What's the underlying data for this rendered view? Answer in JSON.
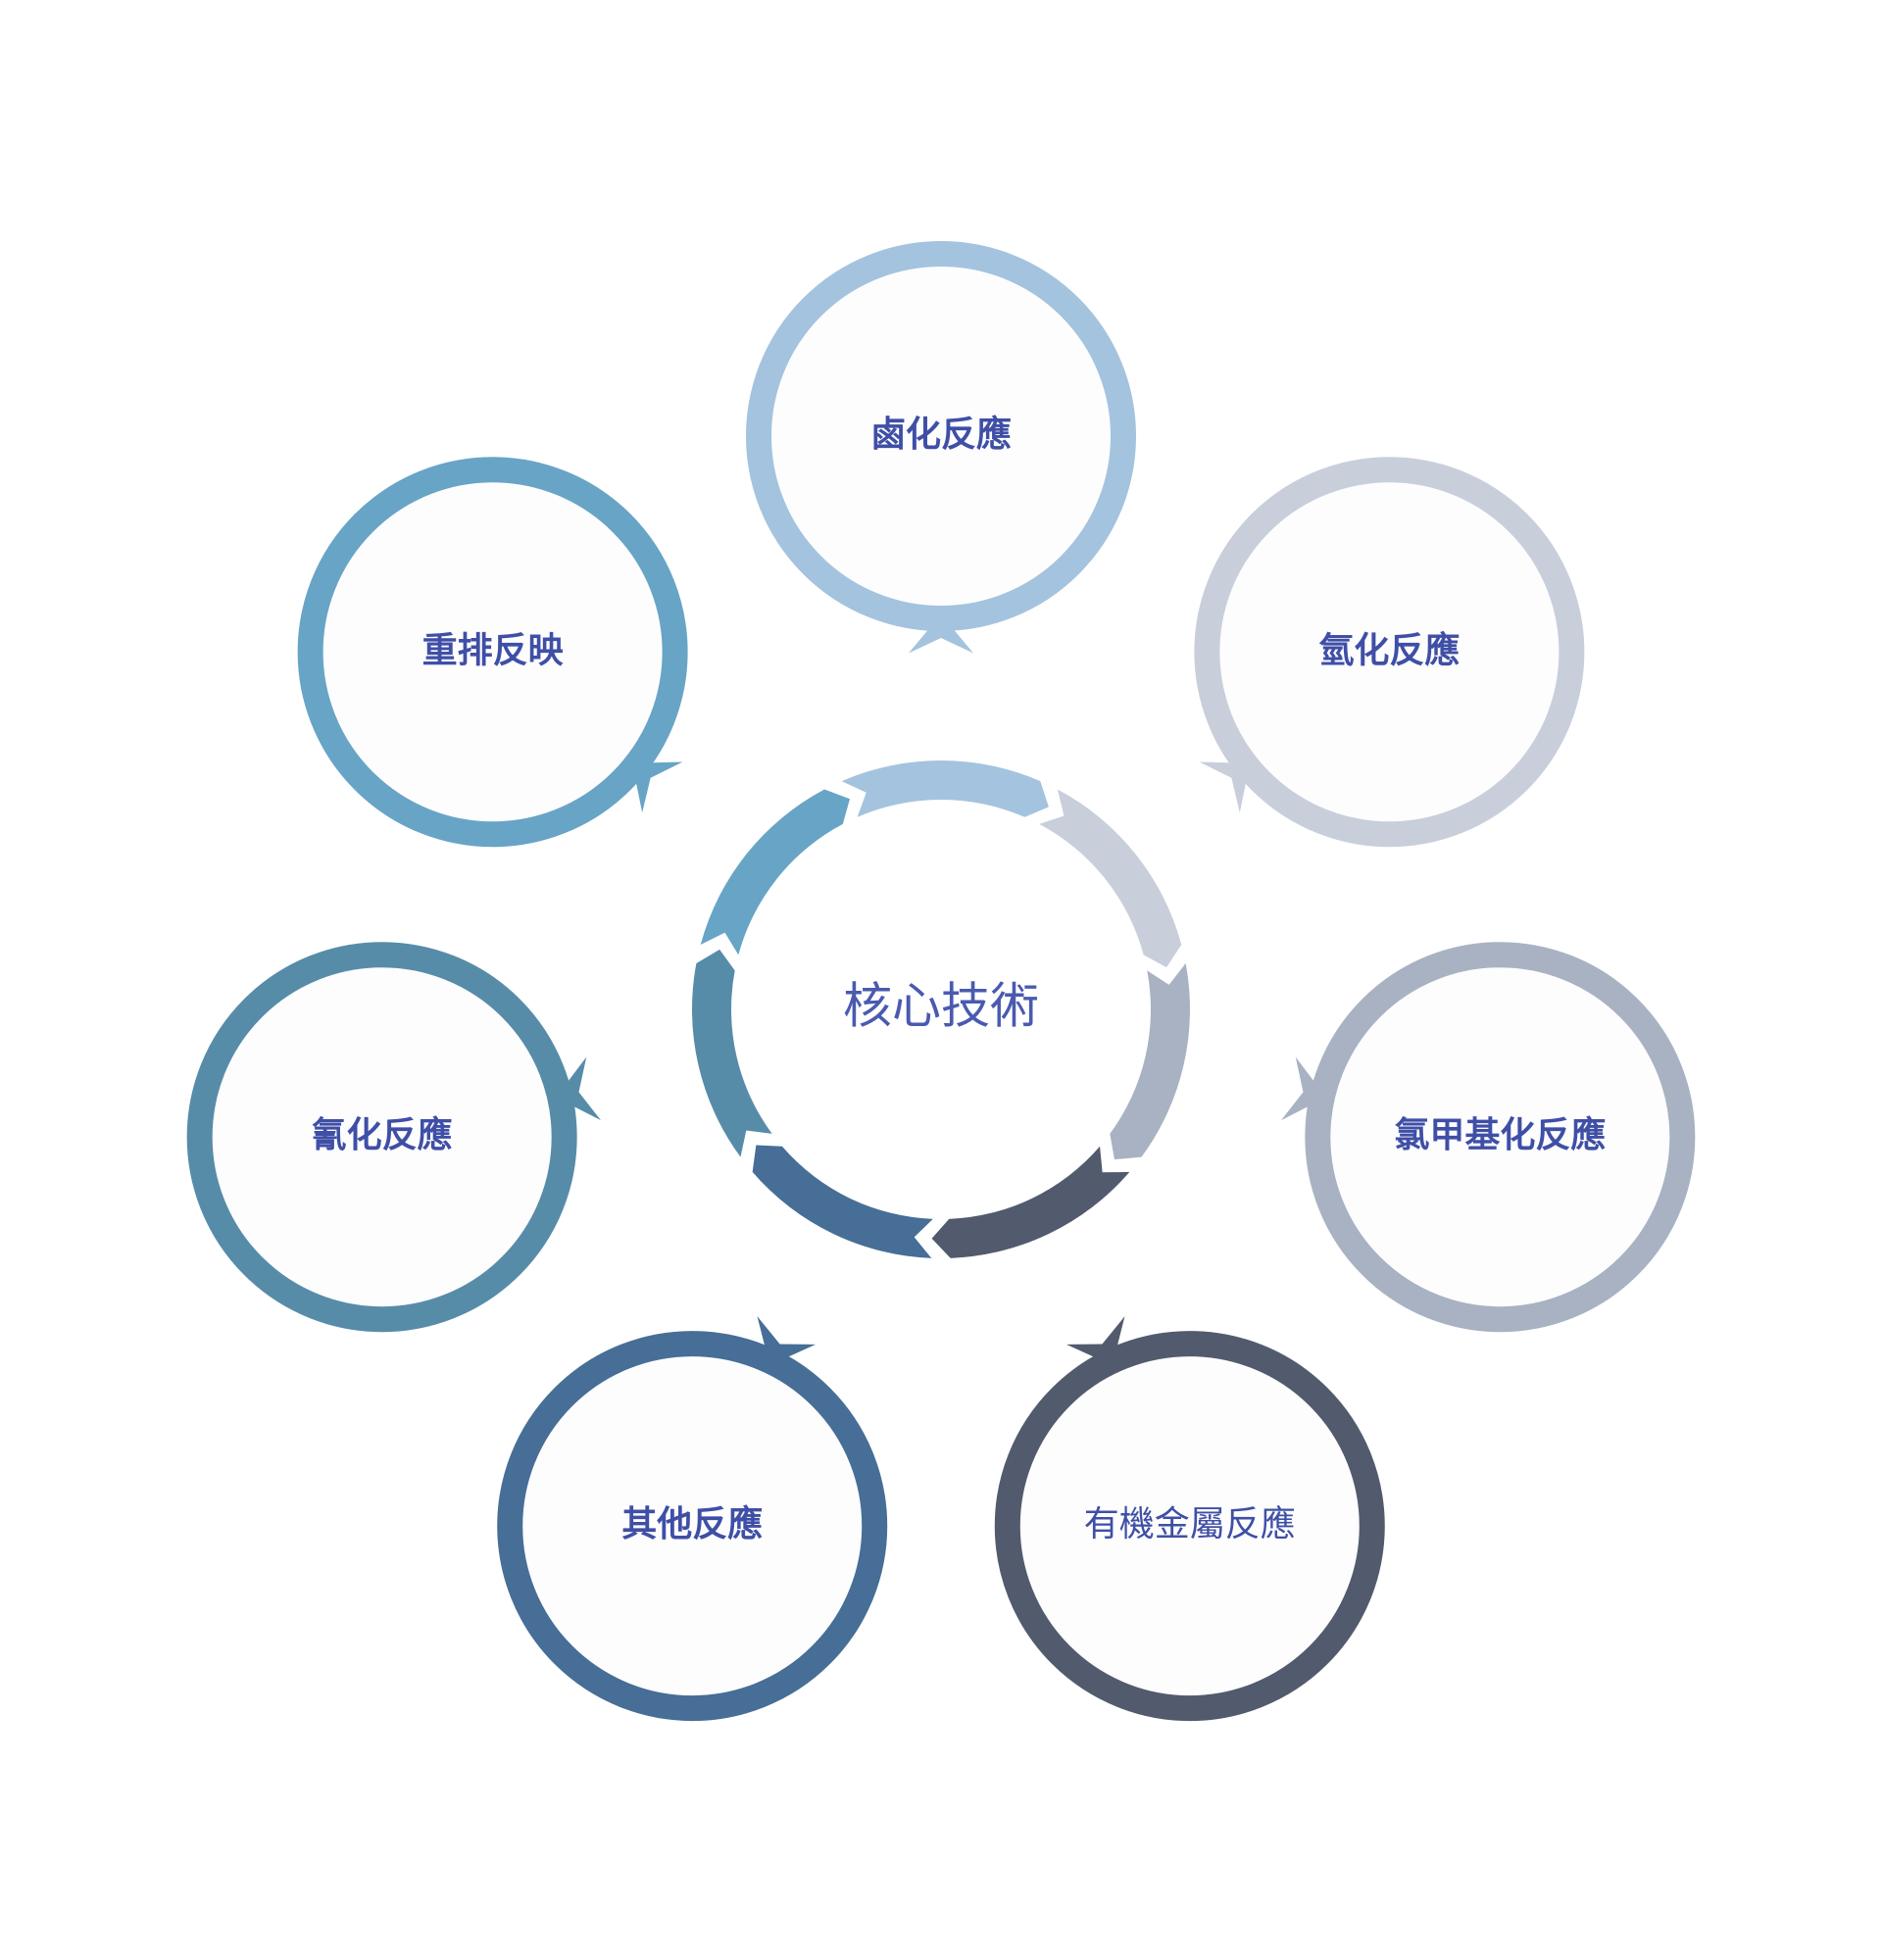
{
  "center": {
    "label": "核心技術"
  },
  "nodes": [
    {
      "id": "halogenation",
      "label": "鹵化反應",
      "color": "#a4c3de",
      "bold": true
    },
    {
      "id": "hydrogenation",
      "label": "氫化反應",
      "color": "#c8cfdb",
      "bold": true
    },
    {
      "id": "chloromethylation",
      "label": "氯甲基化反應",
      "color": "#a8b2c2",
      "bold": true
    },
    {
      "id": "organometallic",
      "label": "有機金屬反應",
      "color": "#525a6d",
      "bold": false
    },
    {
      "id": "other",
      "label": "其他反應",
      "color": "#466e96",
      "bold": true
    },
    {
      "id": "cyanation",
      "label": "氰化反應",
      "color": "#578ca9",
      "bold": true
    },
    {
      "id": "rearrangement",
      "label": "重排反映",
      "color": "#68a4c6",
      "bold": true
    }
  ]
}
